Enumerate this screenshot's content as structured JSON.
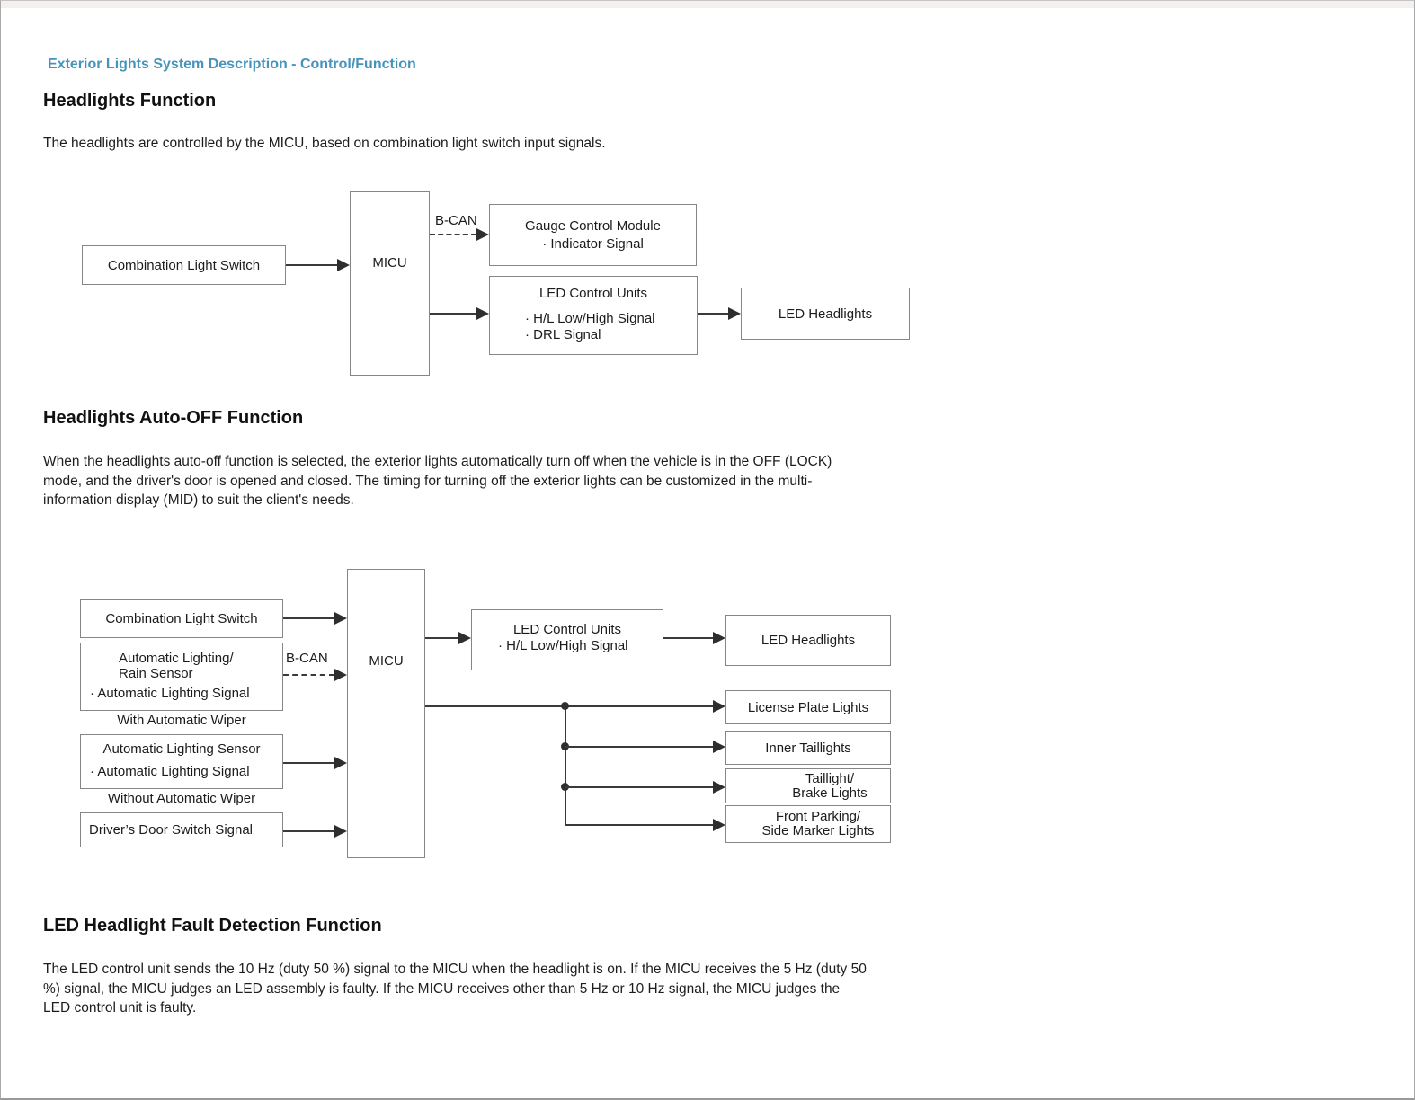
{
  "header": {
    "doc_title": "Exterior Lights System Description - Control/Function",
    "accent_color": "#4693bb"
  },
  "sections": [
    {
      "heading": "Headlights Function",
      "lines": [
        "The headlights are controlled by the MICU, based on combination light switch input signals."
      ]
    },
    {
      "heading": "Headlights Auto-OFF Function",
      "lines": [
        "When the headlights auto-off function is selected, the exterior lights automatically turn off when the vehicle is in the OFF (LOCK)",
        "mode, and the driver's door is opened and closed. The timing for turning off the exterior lights can be customized in the multi-",
        "information display (MID) to suit the client's needs."
      ]
    },
    {
      "heading": "LED Headlight Fault Detection Function",
      "lines": [
        "The LED control unit sends the 10 Hz (duty 50 %) signal to the MICU when the headlight is on. If the MICU receives the 5 Hz (duty 50",
        "%) signal, the MICU judges an LED assembly is faulty. If the MICU receives other than 5 Hz or 10 Hz signal, the MICU judges the",
        "LED control unit is faulty."
      ]
    }
  ],
  "diagram1": {
    "combination_light_switch": "Combination Light Switch",
    "micu": "MICU",
    "bcan_label": "B-CAN",
    "gauge_module": {
      "title": "Gauge Control Module",
      "signal": "· Indicator Signal"
    },
    "led_control_units": {
      "title": "LED Control Units",
      "signal1": "· H/L Low/High Signal",
      "signal2": "· DRL Signal"
    },
    "led_headlights": "LED Headlights"
  },
  "diagram2": {
    "combination_light_switch": "Combination Light Switch",
    "rain_sensor": {
      "title1": "Automatic Lighting/",
      "title2": "Rain Sensor",
      "signal": "· Automatic Lighting Signal"
    },
    "with_wiper_caption": "With Automatic Wiper",
    "lighting_sensor": {
      "title": "Automatic Lighting Sensor",
      "signal": "· Automatic Lighting Signal"
    },
    "without_wiper_caption": "Without Automatic Wiper",
    "door_switch": "Driver’s Door Switch Signal",
    "bcan_label": "B-CAN",
    "micu": "MICU",
    "led_control_units": {
      "title": "LED Control Units",
      "signal": "· H/L Low/High Signal"
    },
    "led_headlights": "LED Headlights",
    "license_plate_lights": "License Plate Lights",
    "inner_taillights": "Inner Taillights",
    "taillight_brake": {
      "line1": "Taillight/",
      "line2": "Brake Lights"
    },
    "front_parking": {
      "line1": "Front Parking/",
      "line2": "Side Marker Lights"
    }
  }
}
